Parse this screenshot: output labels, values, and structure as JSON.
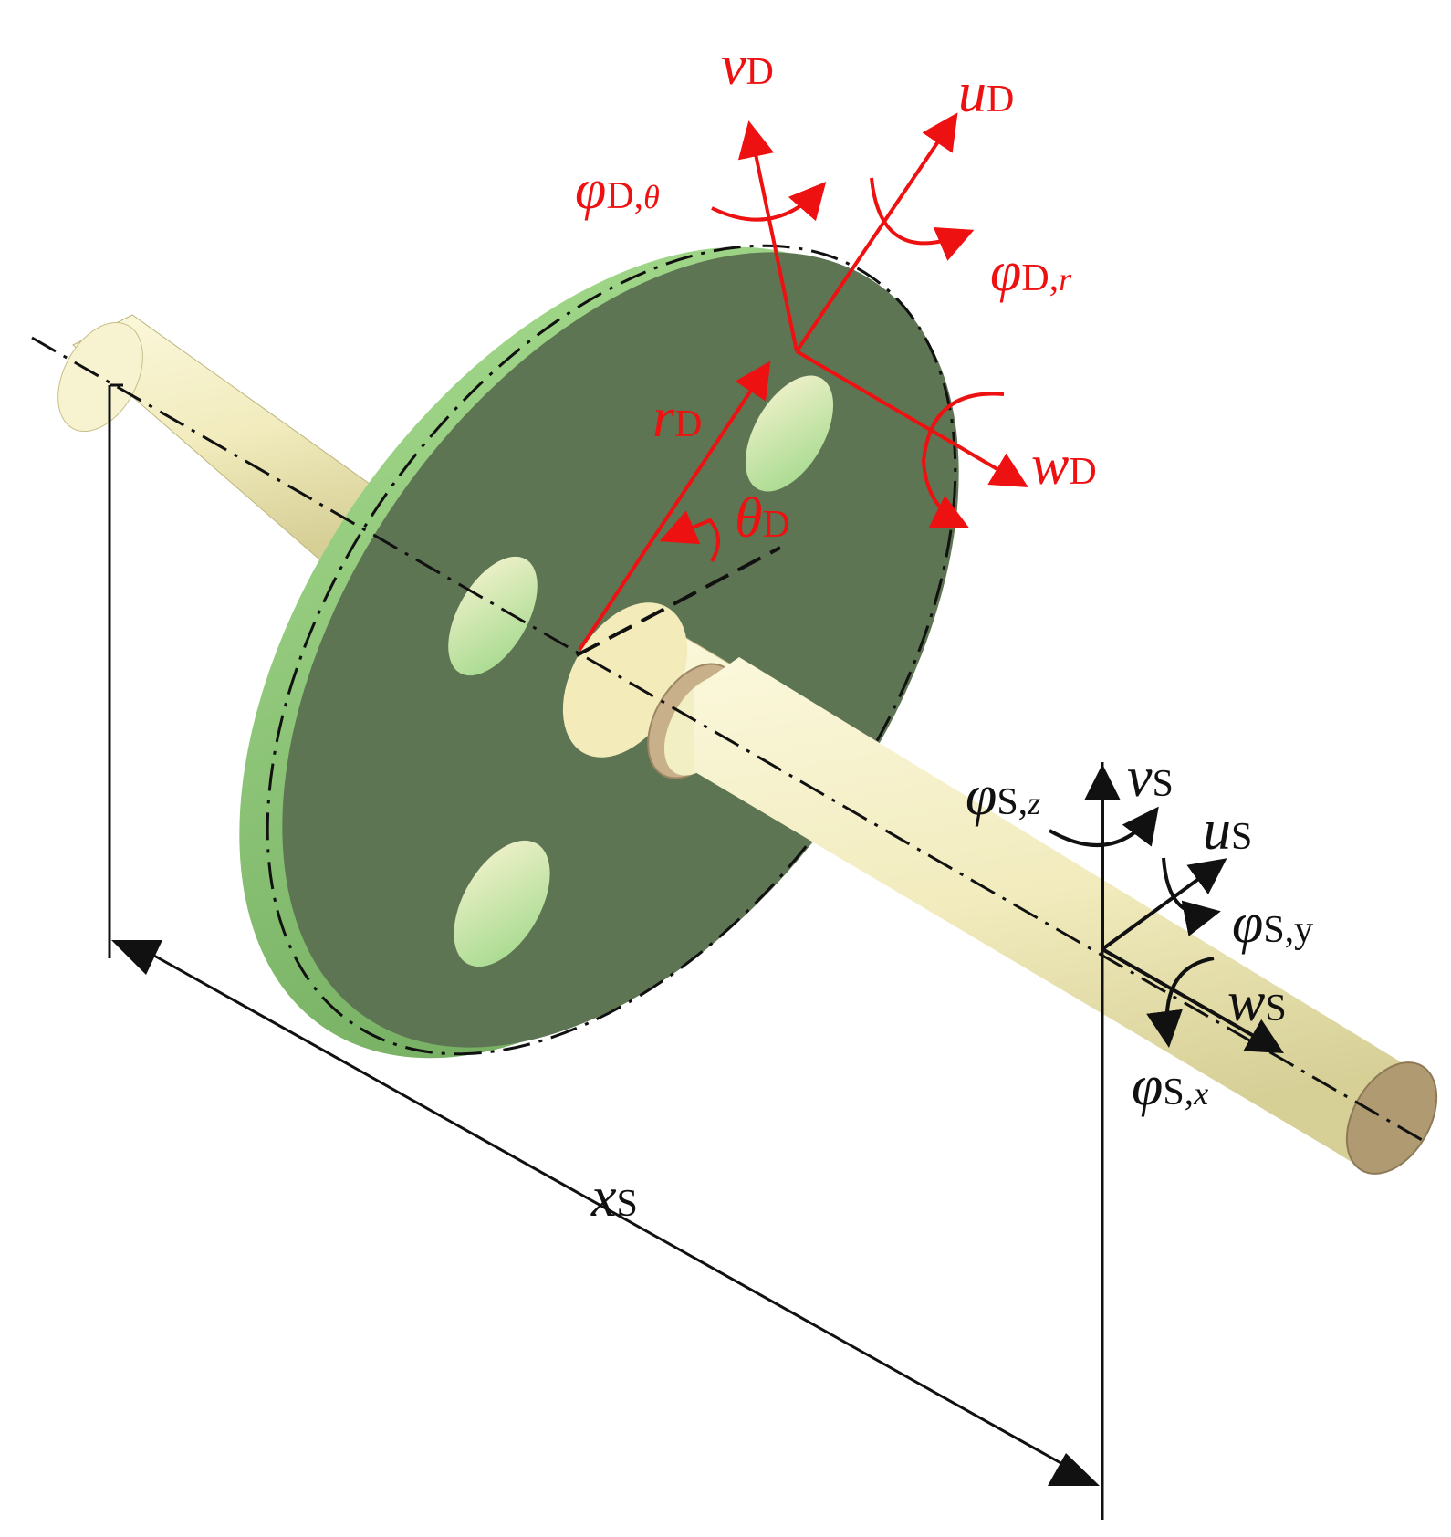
{
  "colors": {
    "disk_face": "#5e7553",
    "disk_rim": "#8fd07a",
    "shaft": "#f3efc4",
    "shaft_shade": "#d9d39a",
    "shaft_end": "#b09a72",
    "hub_ring": "#c8b08a",
    "disk_coords": "#ee1111",
    "shaft_coords": "#111111"
  },
  "labels": {
    "vD": {
      "main": "v",
      "sub": "D"
    },
    "uD": {
      "main": "u",
      "sub": "D"
    },
    "phiDtheta": {
      "main": "φ",
      "sub": "D,",
      "sub2": "θ"
    },
    "phiDr": {
      "main": "φ",
      "sub": "D,",
      "sub2": "r"
    },
    "rD": {
      "main": "r",
      "sub": "D"
    },
    "wD": {
      "main": "w",
      "sub": "D"
    },
    "thetaD": {
      "main": "θ",
      "sub": "D"
    },
    "phiSz": {
      "main": "φ",
      "sub": "S,",
      "sub2": "z"
    },
    "vS": {
      "main": "v",
      "sub": "S"
    },
    "uS": {
      "main": "u",
      "sub": "S"
    },
    "phiSy": {
      "main": "φ",
      "sub": "S,y"
    },
    "wS": {
      "main": "w",
      "sub": "S"
    },
    "phiSx": {
      "main": "φ",
      "sub": "S,",
      "sub2": "x"
    },
    "xS": {
      "main": "x",
      "sub": "S"
    }
  }
}
